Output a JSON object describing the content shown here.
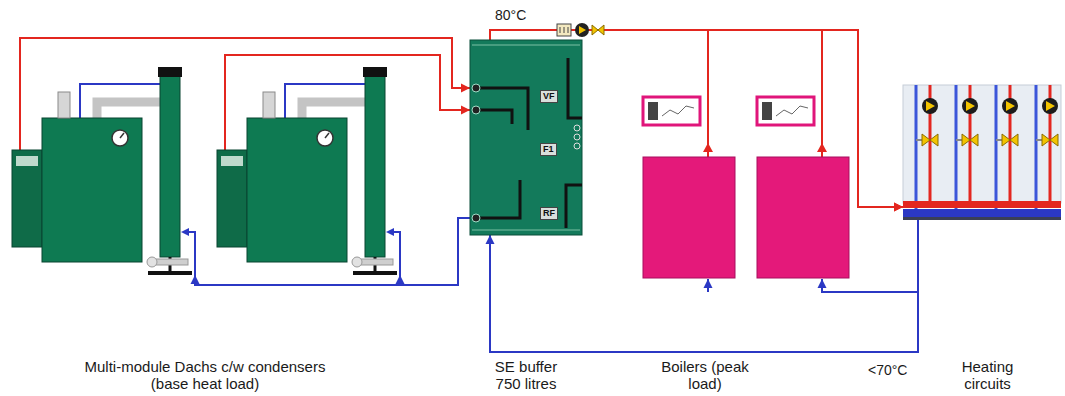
{
  "diagram": {
    "nodes": [
      {
        "text": [
          "Multi-module Dachs c/w condensers (base heat load)"
        ]
      },
      {
        "text": [
          "SE buffer 750 litres"
        ]
      },
      {
        "text": [
          "Boilers (peak load)"
        ]
      },
      {
        "text": [
          "Heating circuits"
        ]
      }
    ],
    "edges": [
      {
        "from": 0,
        "to": 1,
        "arrow": "to"
      },
      {
        "from": 1,
        "to": 0,
        "arrow": "to"
      },
      {
        "from": 1,
        "to": 3,
        "arrow": "to",
        "label": "80°C"
      },
      {
        "from": 2,
        "to": 3,
        "arrow": "to"
      },
      {
        "from": 3,
        "to": 2,
        "arrow": "to"
      },
      {
        "from": 3,
        "to": 1,
        "arrow": "to",
        "label": "<70°C"
      }
    ],
    "labels": [
      "VF",
      "F1",
      "RF"
    ]
  }
}
